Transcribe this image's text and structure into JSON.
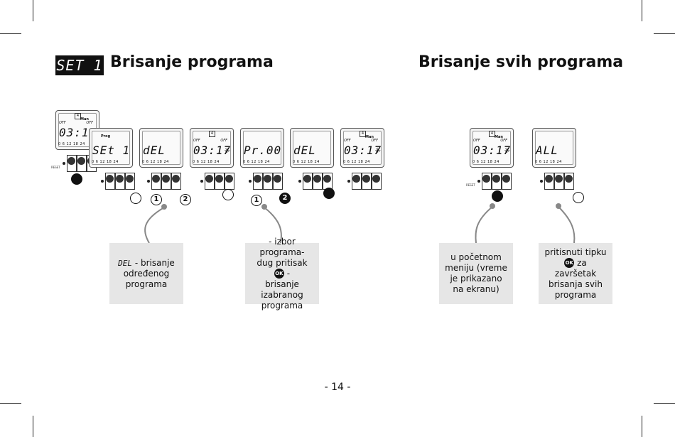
{
  "left": {
    "badge": "SET 1",
    "title": "Brisanje programa",
    "screens": [
      {
        "text": "03:17",
        "off_left": "OFF",
        "off_right": "OFF",
        "day": "4",
        "mode": "Man"
      },
      {
        "text": "SEt 1",
        "label": "Prog"
      },
      {
        "text": "dEL"
      },
      {
        "text": "03:17",
        "off_left": "OFF",
        "off_right": "OFF",
        "day": "4"
      },
      {
        "text": "Pr.00"
      },
      {
        "text": "dEL"
      },
      {
        "text": "03:17",
        "off_left": "OFF",
        "off_right": "OFF",
        "day": "4",
        "mode": "Man"
      }
    ],
    "callout1": {
      "code": "DEL",
      "text": " - brisanje određenog programa"
    },
    "callout2": {
      "line1": "- izbor programa-",
      "line2a": "dug pritisak ",
      "line2b": " -",
      "line3": "brisanje izabranog programa"
    }
  },
  "right": {
    "title": "Brisanje svih programa",
    "screens": [
      {
        "text": "03:17",
        "off_left": "OFF",
        "off_right": "OFF",
        "day": "4",
        "mode": "Man"
      },
      {
        "text": "ALL"
      }
    ],
    "callout1": {
      "text": "u početnom meniju (vreme je prikazano na ekranu)"
    },
    "callout2": {
      "line1": "pritisnuti tipku",
      "line2": " za završetak brisanja svih programa"
    }
  },
  "steps": {
    "one": "1",
    "two": "2"
  },
  "ticks": "0  6  12  18  24",
  "reset_label": "RESET",
  "ok_label": "OK",
  "page_number": "- 14 -"
}
